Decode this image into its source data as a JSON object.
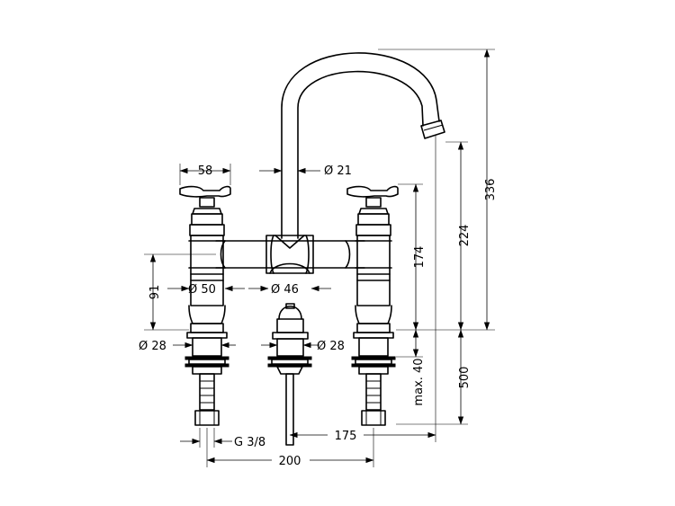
{
  "dimensions": {
    "handle_width": "58",
    "spout_dia": "Ø 21",
    "height_336": "336",
    "height_224": "224",
    "height_174": "174",
    "height_91": "91",
    "body_dia_50": "Ø 50",
    "body_dia_46": "Ø 46",
    "shank_dia_left": "Ø 28",
    "shank_dia_right": "Ø 28",
    "max_40": "max. 40",
    "depth_500": "500",
    "connection": "G 3/8",
    "spout_reach": "175",
    "center_distance": "200"
  }
}
